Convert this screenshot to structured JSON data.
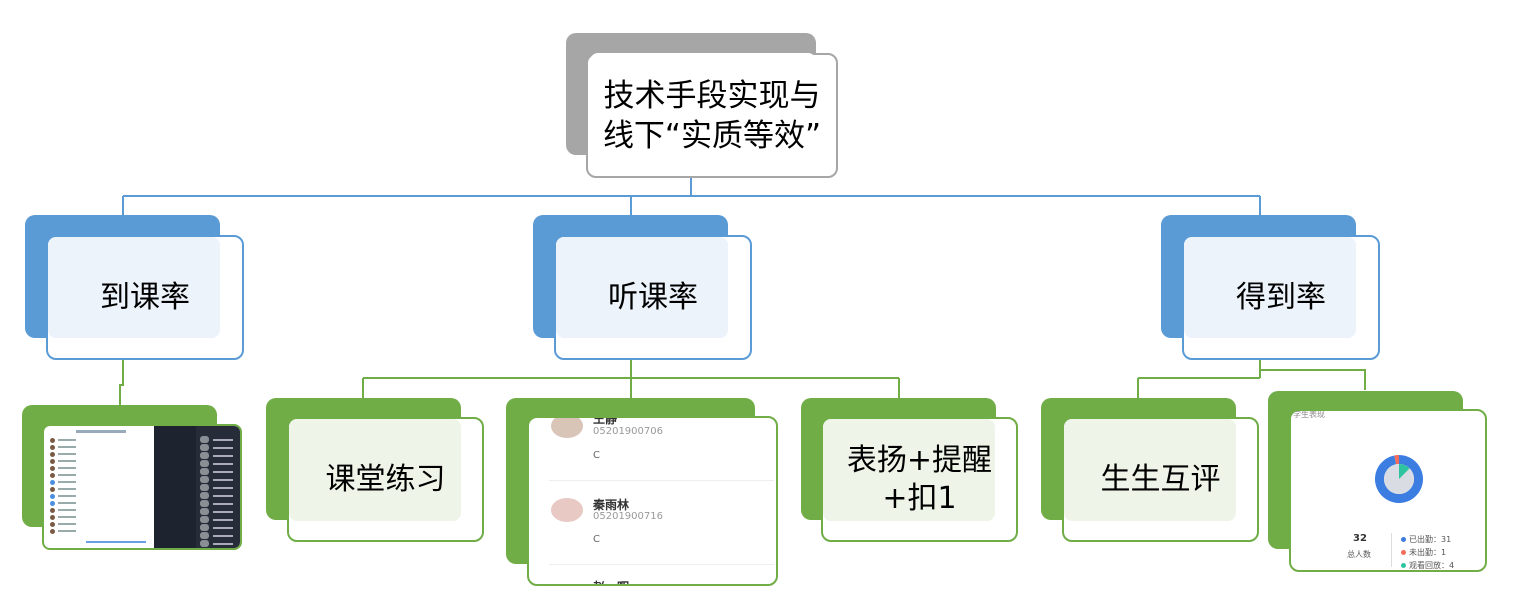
{
  "root": {
    "label": "技术手段实现与\n线下“实质等效”"
  },
  "level1": [
    {
      "label": "到课率"
    },
    {
      "label": "听课率"
    },
    {
      "label": "得到率"
    }
  ],
  "level2": {
    "listen": [
      {
        "label": "课堂练习"
      },
      {
        "label": "表扬+提醒\n+扣1"
      }
    ],
    "gain": [
      {
        "label": "生生互评"
      }
    ]
  },
  "list_screenshot": {
    "items": [
      {
        "name": "王静",
        "id": "05201900706",
        "answer": "C"
      },
      {
        "name": "秦雨林",
        "id": "05201900716",
        "answer": "C"
      },
      {
        "name": "赵…晖",
        "id": "",
        "answer": ""
      }
    ]
  },
  "stats_screenshot": {
    "title": "学生表现",
    "total_value": "32",
    "total_label": "总人数",
    "legend": [
      {
        "label": "已出勤：31",
        "color": "#3b7de0"
      },
      {
        "label": "未出勤：1",
        "color": "#f26b5b"
      },
      {
        "label": "观看回放：4",
        "color": "#2ec4a0"
      }
    ],
    "donut": {
      "present": 31,
      "absent": 1,
      "replay": 4,
      "total": 32
    }
  },
  "colors": {
    "blue": "#5b9bd5",
    "green": "#70ad47",
    "gray": "#a6a6a6"
  }
}
